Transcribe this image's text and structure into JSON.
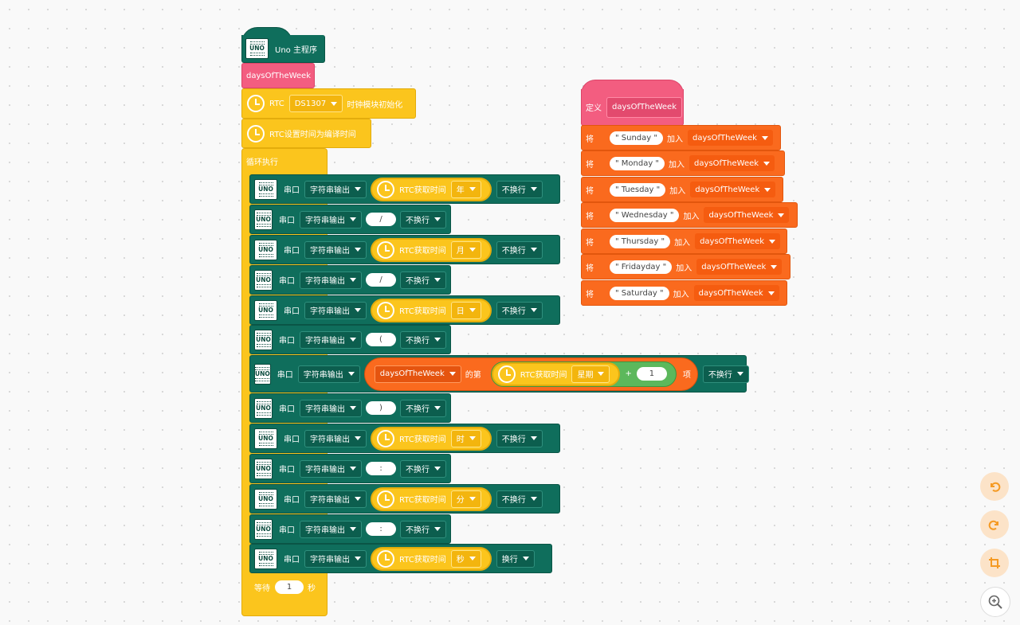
{
  "main": {
    "hat_label": "Uno 主程序",
    "uno_icon": "UNO",
    "call_days": "daysOfTheWeek",
    "rtc_init": {
      "prefix": "RTC",
      "chip": "DS1307",
      "suffix": "时钟模块初始化"
    },
    "rtc_set": "RTC设置时间为编译时间",
    "loop_label": "循环执行",
    "serial_label": "串口",
    "print_mode": "字符串输出",
    "rtc_get": "RTC获取时间",
    "rows": [
      {
        "kind": "rtc",
        "field": "年",
        "newline": "不换行"
      },
      {
        "kind": "str",
        "text": "/",
        "newline": "不换行"
      },
      {
        "kind": "rtc",
        "field": "月",
        "newline": "不换行"
      },
      {
        "kind": "str",
        "text": "/",
        "newline": "不换行"
      },
      {
        "kind": "rtc",
        "field": "日",
        "newline": "不换行"
      },
      {
        "kind": "str",
        "text": "(",
        "newline": "不换行"
      },
      {
        "kind": "list",
        "list": "daysOfTheWeek",
        "of_label": "的第",
        "field": "星期",
        "op": "+",
        "num": "1",
        "item_label": "项",
        "newline": "不换行"
      },
      {
        "kind": "str",
        "text": ")",
        "newline": "不换行"
      },
      {
        "kind": "rtc",
        "field": "时",
        "newline": "不换行"
      },
      {
        "kind": "str",
        "text": ":",
        "newline": "不换行"
      },
      {
        "kind": "rtc",
        "field": "分",
        "newline": "不换行"
      },
      {
        "kind": "str",
        "text": ":",
        "newline": "不换行"
      },
      {
        "kind": "rtc",
        "field": "秒",
        "newline": "换行"
      }
    ],
    "wait": {
      "label": "等待",
      "value": "1",
      "unit": "秒"
    }
  },
  "define": {
    "label": "定义",
    "name": "daysOfTheWeek",
    "add_prefix": "将",
    "add_label": "加入",
    "items": [
      {
        "text": "\" Sunday \"",
        "list": "daysOfTheWeek"
      },
      {
        "text": "\" Monday \"",
        "list": "daysOfTheWeek"
      },
      {
        "text": "\" Tuesday \"",
        "list": "daysOfTheWeek"
      },
      {
        "text": "\" Wednesday \"",
        "list": "daysOfTheWeek"
      },
      {
        "text": "\" Thursday \"",
        "list": "daysOfTheWeek"
      },
      {
        "text": "\" Fridayday \"",
        "list": "daysOfTheWeek"
      },
      {
        "text": "\" Saturday \"",
        "list": "daysOfTheWeek"
      }
    ]
  },
  "controls": {
    "undo_icon": "undo-icon",
    "redo_icon": "redo-icon",
    "crop_icon": "crop-icon",
    "zoom_icon": "zoom-in-icon"
  }
}
